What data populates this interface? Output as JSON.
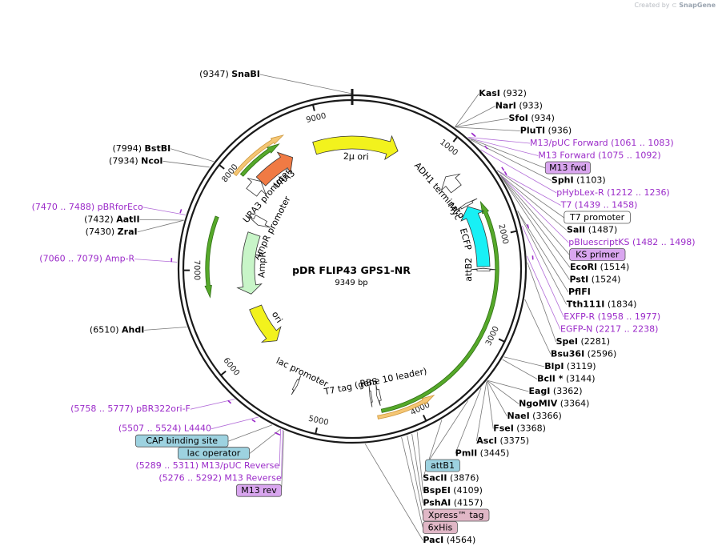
{
  "credit": {
    "prefix": "Created by",
    "brand": "SnapGene"
  },
  "plasmid": {
    "name": "pDR FLIP43 GPS1-NR",
    "length_label": "9349 bp",
    "length": 9349
  },
  "colors": {
    "enzyme": "#000000",
    "primer": "#9b2bc9",
    "feature_yellow": "#f2f21d",
    "feature_orange": "#f07a44",
    "feature_green": "#c8f5c8",
    "feature_cyan": "#18f0f5",
    "feature_white": "#ffffff",
    "orf_orange": "#f4c066",
    "orf_green": "#56a92a",
    "label_box_purple": "#d9a6ef",
    "label_box_teal": "#9dd2e0",
    "label_box_pink": "#e0b7c6"
  },
  "ruler_ticks": [
    {
      "text": "1000",
      "pos": 1000
    },
    {
      "text": "2000",
      "pos": 2000
    },
    {
      "text": "3000",
      "pos": 3000
    },
    {
      "text": "4000",
      "pos": 4000
    },
    {
      "text": "5000",
      "pos": 5000
    },
    {
      "text": "6000",
      "pos": 6000
    },
    {
      "text": "7000",
      "pos": 7000
    },
    {
      "text": "8000",
      "pos": 8000
    },
    {
      "text": "9000",
      "pos": 9000
    }
  ],
  "labels": [
    {
      "name": "SnaBI",
      "coord": "(9347)",
      "type": "enzyme",
      "pos": 9347
    },
    {
      "name": "KasI",
      "coord": "(932)",
      "type": "enzyme",
      "pos": 932
    },
    {
      "name": "NarI",
      "coord": "(933)",
      "type": "enzyme",
      "pos": 933
    },
    {
      "name": "SfoI",
      "coord": "(934)",
      "type": "enzyme",
      "pos": 934
    },
    {
      "name": "PluTI",
      "coord": "(936)",
      "type": "enzyme",
      "pos": 936
    },
    {
      "name": "M13/pUC Forward",
      "coord": "(1061 .. 1083)",
      "type": "primer",
      "pos": 1072
    },
    {
      "name": "M13 Forward",
      "coord": "(1075 .. 1092)",
      "type": "primer",
      "pos": 1083
    },
    {
      "name": "M13 fwd",
      "coord": "",
      "type": "box_purple",
      "pos": 1084
    },
    {
      "name": "SphI",
      "coord": "(1103)",
      "type": "enzyme",
      "pos": 1103
    },
    {
      "name": "pHybLex-R",
      "coord": "(1212 .. 1236)",
      "type": "primer",
      "pos": 1224
    },
    {
      "name": "T7",
      "coord": "(1439 .. 1458)",
      "type": "primer",
      "pos": 1448
    },
    {
      "name": "T7 promoter",
      "coord": "",
      "type": "box_white",
      "pos": 1450
    },
    {
      "name": "pBluescriptKS",
      "coord": "(1482 .. 1498)",
      "type": "primer",
      "pos": 1490
    },
    {
      "name": "SalI",
      "coord": "(1487)",
      "type": "enzyme",
      "pos": 1487
    },
    {
      "name": "KS primer",
      "coord": "",
      "type": "box_purple",
      "pos": 1495
    },
    {
      "name": "EcoRI",
      "coord": "(1514)",
      "type": "enzyme",
      "pos": 1514
    },
    {
      "name": "PstI",
      "coord": "(1524)",
      "type": "enzyme",
      "pos": 1524
    },
    {
      "name": "PflFI",
      "coord": "",
      "type": "enzyme",
      "pos": 1834
    },
    {
      "name": "Tth111I",
      "coord": "(1834)",
      "type": "enzyme",
      "pos": 1834
    },
    {
      "name": "EXFP-R",
      "coord": "(1958 .. 1977)",
      "type": "primer",
      "pos": 1967
    },
    {
      "name": "EGFP-N",
      "coord": "(2217 .. 2238)",
      "type": "primer",
      "pos": 2227
    },
    {
      "name": "SpeI",
      "coord": "(2281)",
      "type": "enzyme",
      "pos": 2281
    },
    {
      "name": "Bsu36I",
      "coord": "(2596)",
      "type": "enzyme",
      "pos": 2596
    },
    {
      "name": "BlpI",
      "coord": "(3119)",
      "type": "enzyme",
      "pos": 3119
    },
    {
      "name": "BclI *",
      "coord": "(3144)",
      "type": "enzyme",
      "pos": 3144
    },
    {
      "name": "EagI",
      "coord": "(3362)",
      "type": "enzyme",
      "pos": 3362
    },
    {
      "name": "NgoMIV",
      "coord": "(3364)",
      "type": "enzyme",
      "pos": 3364
    },
    {
      "name": "NaeI",
      "coord": "(3366)",
      "type": "enzyme",
      "pos": 3366
    },
    {
      "name": "FseI",
      "coord": "(3368)",
      "type": "enzyme",
      "pos": 3368
    },
    {
      "name": "AscI",
      "coord": "(3375)",
      "type": "enzyme",
      "pos": 3375
    },
    {
      "name": "PmlI",
      "coord": "(3445)",
      "type": "enzyme",
      "pos": 3445
    },
    {
      "name": "attB1",
      "coord": "",
      "type": "box_teal",
      "pos": 3600
    },
    {
      "name": "SacII",
      "coord": "(3876)",
      "type": "enzyme",
      "pos": 3876
    },
    {
      "name": "BspEI",
      "coord": "(4109)",
      "type": "enzyme",
      "pos": 4109
    },
    {
      "name": "PshAI",
      "coord": "(4157)",
      "type": "enzyme",
      "pos": 4157
    },
    {
      "name": "Xpress™ tag",
      "coord": "",
      "type": "box_pink",
      "pos": 4200
    },
    {
      "name": "6xHis",
      "coord": "",
      "type": "box_pink",
      "pos": 4250
    },
    {
      "name": "PacI",
      "coord": "(4564)",
      "type": "enzyme",
      "pos": 4564
    },
    {
      "name": "M13 rev",
      "coord": "",
      "type": "box_purple",
      "pos": 5270
    },
    {
      "name": "M13 Reverse",
      "coord": "(5276 .. 5292)",
      "type": "primer",
      "pos": 5284
    },
    {
      "name": "lac operator",
      "coord": "",
      "type": "box_teal",
      "pos": 5300
    },
    {
      "name": "M13/pUC Reverse",
      "coord": "(5289 .. 5311)",
      "type": "primer",
      "pos": 5300
    },
    {
      "name": "CAP binding site",
      "coord": "",
      "type": "box_teal",
      "pos": 5380
    },
    {
      "name": "L4440",
      "coord": "(5507 .. 5524)",
      "type": "primer",
      "pos": 5515
    },
    {
      "name": "pBR322ori-F",
      "coord": "(5758 .. 5777)",
      "type": "primer",
      "pos": 5767
    },
    {
      "name": "AhdI",
      "coord": "(6510)",
      "type": "enzyme",
      "pos": 6510
    },
    {
      "name": "Amp-R",
      "coord": "(7060 .. 7079)",
      "type": "primer",
      "pos": 7070
    },
    {
      "name": "ZraI",
      "coord": "(7430)",
      "type": "enzyme",
      "pos": 7430
    },
    {
      "name": "AatII",
      "coord": "(7432)",
      "type": "enzyme",
      "pos": 7432
    },
    {
      "name": "pBRforEco",
      "coord": "(7470 .. 7488)",
      "type": "primer",
      "pos": 7479
    },
    {
      "name": "NcoI",
      "coord": "(7934)",
      "type": "enzyme",
      "pos": 7934
    },
    {
      "name": "BstBI",
      "coord": "(7994)",
      "type": "enzyme",
      "pos": 7994
    }
  ],
  "features": [
    {
      "name": "2µ ori",
      "color": "feature_yellow",
      "start": 8900,
      "end": 550,
      "ring": "outer_inner",
      "direction": "forward"
    },
    {
      "name": "URA3",
      "color": "feature_orange",
      "start": 8150,
      "end": 8620,
      "ring": "inner",
      "direction": "forward"
    },
    {
      "name": "URA3 promoter",
      "color": "feature_white",
      "start": 7980,
      "end": 8150,
      "ring": "inner",
      "direction": "forward"
    },
    {
      "name": "AmpR promoter",
      "color": "feature_white",
      "start": 7660,
      "end": 7770,
      "ring": "inner",
      "direction": "reverse"
    },
    {
      "name": "AmpR",
      "color": "feature_green",
      "start": 6650,
      "end": 7520,
      "ring": "inner",
      "direction": "reverse"
    },
    {
      "name": "ori",
      "color": "feature_yellow",
      "start": 5880,
      "end": 6450,
      "ring": "inner",
      "direction": "reverse"
    },
    {
      "name": "lac promoter",
      "color": "feature_white",
      "start": 5330,
      "end": 5360,
      "ring": "inner",
      "direction": "reverse"
    },
    {
      "name": "ADH1 terminator",
      "color": "feature_white",
      "start": 1180,
      "end": 1360,
      "ring": "inner",
      "direction": "reverse"
    },
    {
      "name": "Myc",
      "color": "feature_white",
      "start": 1560,
      "end": 1590,
      "ring": "inner",
      "direction": "reverse"
    },
    {
      "name": "ECFP",
      "color": "feature_cyan",
      "start": 1600,
      "end": 2310,
      "ring": "inner",
      "direction": "reverse"
    },
    {
      "name": "attB2",
      "color": "feature_white",
      "start": 2330,
      "end": 2360,
      "ring": "inner",
      "direction": "reverse"
    },
    {
      "name": "T7 tag (gene 10 leader)",
      "color": "feature_white",
      "start": 4350,
      "end": 4390,
      "ring": "inner",
      "direction": "forward"
    },
    {
      "name": "RBS",
      "color": "feature_white",
      "start": 4450,
      "end": 4470,
      "ring": "inner",
      "direction": "forward"
    }
  ],
  "orfs": [
    {
      "start": 8020,
      "end": 8640,
      "color": "orf_orange",
      "direction": "forward"
    },
    {
      "start": 8060,
      "end": 8560,
      "color": "orf_green",
      "direction": "forward"
    },
    {
      "start": 6720,
      "end": 7560,
      "color": "orf_green",
      "direction": "reverse"
    },
    {
      "start": 1620,
      "end": 4370,
      "color": "orf_green",
      "direction": "reverse"
    },
    {
      "start": 3820,
      "end": 4420,
      "color": "orf_orange",
      "direction": "reverse"
    }
  ]
}
